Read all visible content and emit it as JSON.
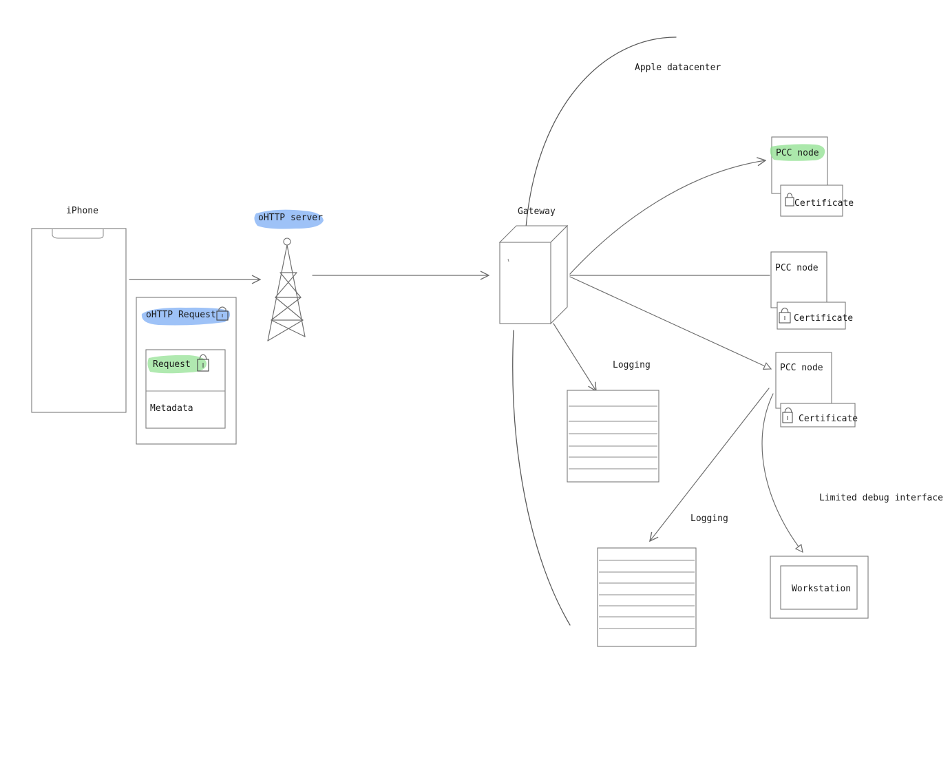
{
  "labels": {
    "iphone": "iPhone",
    "ohttp_server": "oHTTP server",
    "gateway": "Gateway",
    "apple_datacenter": "Apple datacenter",
    "ohttp_request": "oHTTP Request",
    "request": "Request",
    "metadata": "Metadata",
    "logging_1": "Logging",
    "logging_2": "Logging",
    "limited_debug_interface": "Limited debug interface",
    "workstation": "Workstation"
  },
  "pcc_nodes": [
    {
      "label": "PCC node",
      "certificate": "Certificate",
      "highlight": "green"
    },
    {
      "label": "PCC node",
      "certificate": "Certificate",
      "highlight": "none"
    },
    {
      "label": "PCC node",
      "certificate": "Certificate",
      "highlight": "none"
    }
  ],
  "colors": {
    "blue_highlight": "#4f8ff0",
    "green_highlight": "#8fe08f",
    "stroke": "#6e6e6e"
  },
  "icons": [
    "padlock-icon",
    "cell-tower-icon",
    "server-box-icon",
    "log-stack-icon"
  ]
}
